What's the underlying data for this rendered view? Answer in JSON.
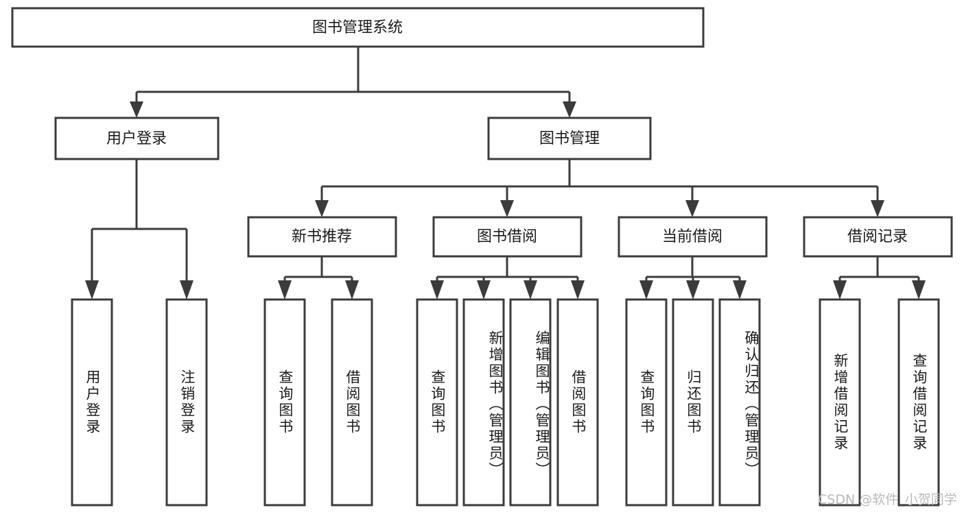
{
  "diagram": {
    "type": "hierarchy-tree",
    "title": "图书管理系统",
    "root": {
      "id": "root",
      "label": "图书管理系统",
      "orientation": "horizontal"
    },
    "level2": [
      {
        "id": "user-login",
        "label": "用户登录",
        "orientation": "horizontal"
      },
      {
        "id": "book-management",
        "label": "图书管理",
        "orientation": "horizontal"
      }
    ],
    "level3": [
      {
        "id": "new-book-recommend",
        "label": "新书推荐",
        "orientation": "horizontal",
        "parent": "book-management"
      },
      {
        "id": "book-borrow",
        "label": "图书借阅",
        "orientation": "horizontal",
        "parent": "book-management"
      },
      {
        "id": "current-borrow",
        "label": "当前借阅",
        "orientation": "horizontal",
        "parent": "book-management"
      },
      {
        "id": "borrow-record",
        "label": "借阅记录",
        "orientation": "horizontal",
        "parent": "book-management"
      }
    ],
    "leaves": [
      {
        "id": "leaf-user-login",
        "label": "用户登录",
        "orientation": "vertical",
        "parent": "user-login"
      },
      {
        "id": "leaf-logout-login",
        "label": "注销登录",
        "orientation": "vertical",
        "parent": "user-login"
      },
      {
        "id": "leaf-query-book-1",
        "label": "查询图书",
        "orientation": "vertical",
        "parent": "new-book-recommend"
      },
      {
        "id": "leaf-borrow-book-1",
        "label": "借阅图书",
        "orientation": "vertical",
        "parent": "new-book-recommend"
      },
      {
        "id": "leaf-query-book-2",
        "label": "查询图书",
        "orientation": "vertical",
        "parent": "book-borrow"
      },
      {
        "id": "leaf-add-book",
        "label": "新增图书（管理员）",
        "orientation": "vertical",
        "parent": "book-borrow"
      },
      {
        "id": "leaf-edit-book",
        "label": "编辑图书（管理员）",
        "orientation": "vertical",
        "parent": "book-borrow"
      },
      {
        "id": "leaf-borrow-book-2",
        "label": "借阅图书",
        "orientation": "vertical",
        "parent": "book-borrow"
      },
      {
        "id": "leaf-query-book-3",
        "label": "查询图书",
        "orientation": "vertical",
        "parent": "current-borrow"
      },
      {
        "id": "leaf-return-book",
        "label": "归还图书",
        "orientation": "vertical",
        "parent": "current-borrow"
      },
      {
        "id": "leaf-confirm-return",
        "label": "确认归还（管理员）",
        "orientation": "vertical",
        "parent": "current-borrow"
      },
      {
        "id": "leaf-add-borrow-record",
        "label": "新增借阅记录",
        "orientation": "vertical",
        "parent": "borrow-record"
      },
      {
        "id": "leaf-query-borrow-record",
        "label": "查询借阅记录",
        "orientation": "vertical",
        "parent": "borrow-record"
      }
    ],
    "colors": {
      "box_stroke": "#3b3b3b",
      "box_fill": "#ffffff",
      "text": "#1a1a1a",
      "connector": "#3b3b3b",
      "watermark": "#b9b9b9",
      "background": "#ffffff"
    }
  },
  "watermark": {
    "text": "CSDN @软件_小贺同学"
  }
}
